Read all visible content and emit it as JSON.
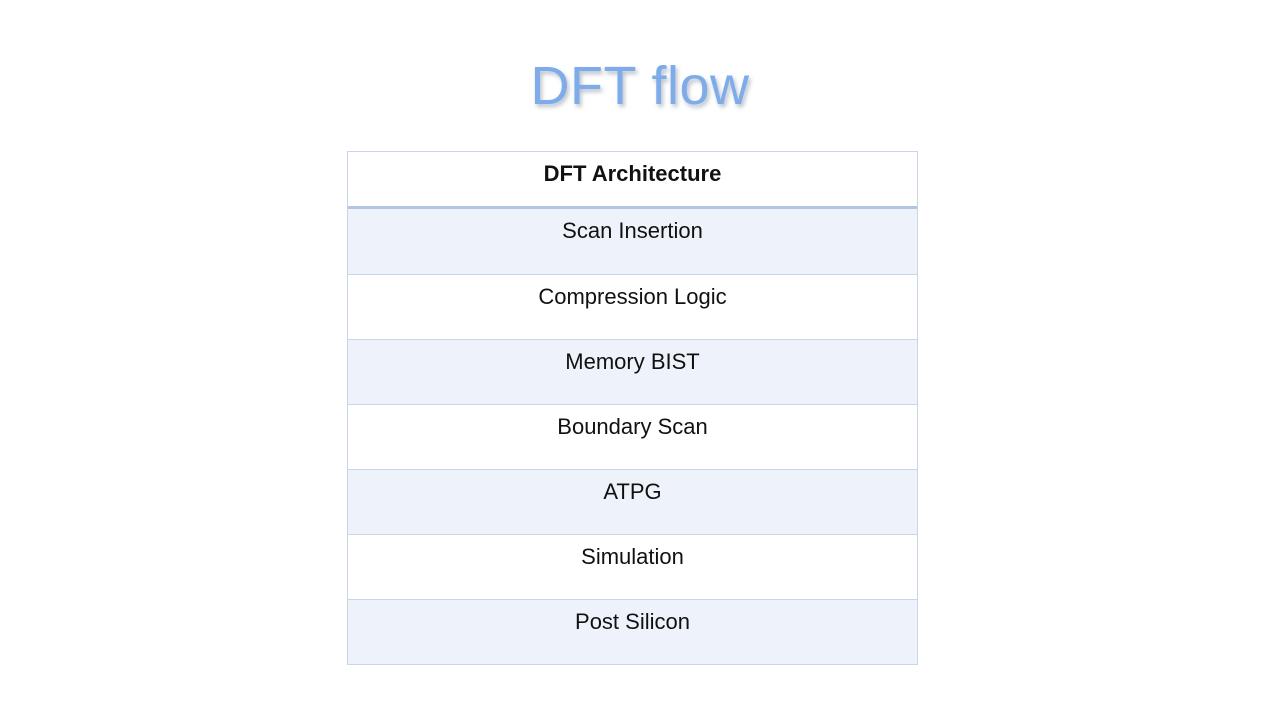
{
  "slide": {
    "title": "DFT flow"
  },
  "table": {
    "header": "DFT Architecture",
    "rows": [
      "Scan Insertion",
      "Compression Logic",
      "Memory BIST",
      "Boundary Scan",
      "ATPG",
      "Simulation",
      "Post Silicon"
    ]
  },
  "colors": {
    "title_text": "#7face8",
    "table_border": "#c9d6ea",
    "header_separator": "#b3c6e3",
    "shaded_row_bg": "#eef3fb",
    "body_text": "#111111",
    "background": "#ffffff"
  }
}
